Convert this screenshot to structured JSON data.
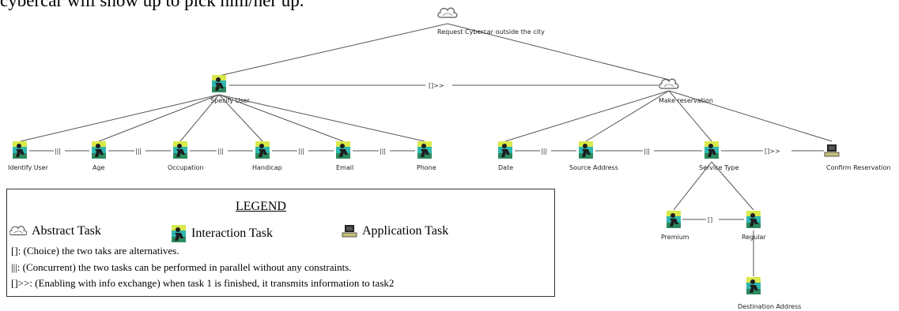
{
  "intro_text": "cybercar will show up to pick him/her up.",
  "nodes": {
    "root": "Request Cybercar outside the city",
    "specify_user": "Specify User",
    "make_reservation": "Make reservation",
    "identify_user": "Identify User",
    "age": "Age",
    "occupation": "Occupation",
    "handicap": "Handicap",
    "email": "Email",
    "phone": "Phone",
    "date": "Date",
    "source_address": "Source Address",
    "service_type": "Service Type",
    "confirm_reservation": "Confirm Reservation",
    "premium": "Premium",
    "regular": "Regular",
    "destination_address": "Destination Address"
  },
  "operators": {
    "enabling_info": "[]>>",
    "concurrent": "|||",
    "choice": "[]"
  },
  "legend": {
    "title": "LEGEND",
    "abstract": "Abstract Task",
    "interaction": "Interaction Task",
    "application": "Application Task",
    "choice_line": "[]: (Choice) the two taks are alternatives.",
    "concurrent_line": "|||: (Concurrent) the two tasks can be performed in parallel without any constraints.",
    "enabling_line": "[]>>: (Enabling with info exchange) when task 1 is finished, it transmits information to task2"
  }
}
